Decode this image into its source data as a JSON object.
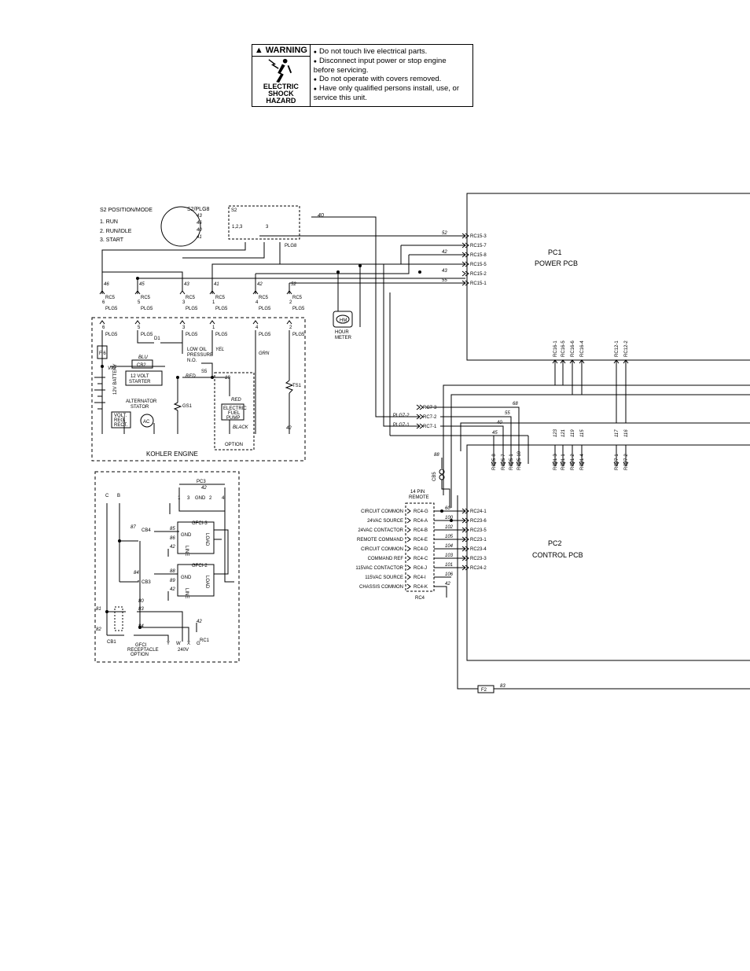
{
  "warning": {
    "title": "WARNING",
    "subtitle_line1": "ELECTRIC",
    "subtitle_line2": "SHOCK HAZARD",
    "items": [
      "Do not touch live electrical parts.",
      "Disconnect input power or stop engine before servicing.",
      "Do not operate with covers removed.",
      "Have only qualified persons install, use, or service this unit."
    ]
  },
  "s2_legend": {
    "title": "S2  POSITION/MODE",
    "modes": [
      "1.   RUN",
      "2.   RUN/IDLE",
      "3.   START"
    ],
    "switch_label": "S2/PLG8",
    "switch_wires": [
      "43",
      "46",
      "40",
      "41"
    ],
    "s2_box": "S2",
    "pos_a": "1,2,3",
    "pos_b": "3",
    "plg8": "PLG8"
  },
  "pc1": {
    "name": "PC1",
    "desc": "POWER  PCB"
  },
  "pc2": {
    "name": "PC2",
    "desc": "CONTROL  PCB"
  },
  "rc15": [
    {
      "wire": "52",
      "pin": "RC15-3"
    },
    {
      "wire": "",
      "pin": "RC15-7"
    },
    {
      "wire": "42",
      "pin": "RC15-8"
    },
    {
      "wire": "",
      "pin": "RC15-5"
    },
    {
      "wire": "43",
      "pin": "RC15-2"
    },
    {
      "wire": "55",
      "pin": "RC15-1"
    }
  ],
  "rc5": [
    {
      "wire": "46",
      "pin": "6"
    },
    {
      "wire": "45",
      "pin": "5"
    },
    {
      "wire": "43",
      "pin": "3"
    },
    {
      "wire": "41",
      "pin": "1"
    },
    {
      "wire": "42",
      "pin": "4"
    },
    {
      "wire": "52",
      "pin": "2"
    }
  ],
  "labels": {
    "rc5": "RC5",
    "plg5": "PLG5",
    "plg8": "PLG8",
    "wire40": "40",
    "hour_meter": "HOUR",
    "hour_meter2": "METER",
    "hm": "HM",
    "kohler_engine": "KOHLER  ENGINE",
    "d1": "D1",
    "blu": "BLU",
    "cb2": "CB2",
    "starter1": "12 VOLT",
    "starter2": "STARTER",
    "vio": "VIO",
    "battery": "12V BATTERY",
    "fuse": "F 6",
    "alt1": "ALTERNATOR",
    "alt2": "STATOR",
    "volt1": "VOLT.",
    "volt2": "REG.",
    "volt3": "RECT.",
    "ac": "AC",
    "oil1": "LOW OIL",
    "oil2": "PRESSURE",
    "oil3": "N.O.",
    "s5": "S5",
    "yel": "YEL",
    "red": "RED",
    "red2": "RED",
    "grn": "GRN",
    "gs1": "GS1",
    "ts1": "TS1",
    "fuel1": "ELECTRIC",
    "fuel2": "FUEL",
    "fuel3": "PUMP",
    "black": "BLACK",
    "option": "OPTION",
    "w19": "19",
    "w42": "42",
    "pc3": "PC3",
    "gfci3": "GFCI-3",
    "gfci2": "GFCI-2",
    "cb4": "CB4",
    "cb3": "CB3",
    "cb1": "CB1",
    "gfci_opt1": "GFCI",
    "gfci_opt2": "RECEPTACLE",
    "gfci_opt3": "OPTION",
    "v240": "240V",
    "rc1": "RC1",
    "remote1": "14 PIN",
    "remote2": "REMOTE",
    "rc4": "RC4",
    "cb5": "CB5",
    "w88": "88",
    "f2": "F2",
    "w83": "83",
    "gnd": "GND",
    "line": "LINE",
    "load": "LOAD"
  },
  "rc7": [
    {
      "plg": "",
      "pin": "RC7-3",
      "wire": "68"
    },
    {
      "plg": "PLG7-2",
      "pin": "RC7-2",
      "wire": "55"
    },
    {
      "plg": "PLG7-1",
      "pin": "RC7-1",
      "wire": "40"
    }
  ],
  "rc16": [
    "RC16-1",
    "RC16-5",
    "RC16-6",
    "RC16-4",
    "RC12-1",
    "RC12-2"
  ],
  "rc21": [
    {
      "pin": "RC21-3",
      "wire": "123"
    },
    {
      "pin": "RC21-1",
      "wire": "121"
    },
    {
      "pin": "RC21-2",
      "wire": "119"
    },
    {
      "pin": "RC21-4",
      "wire": "115"
    },
    {
      "pin": "RC27-1",
      "wire": "117"
    },
    {
      "pin": "RC27-2",
      "wire": "116"
    }
  ],
  "rc25": [
    "RC25-8",
    "RC25-7",
    "RC25-1",
    "RC25-10"
  ],
  "rc25_wire": "45",
  "remote_rows": [
    {
      "label": "CIRCUIT  COMMON",
      "pin": "RC4-G",
      "wire": "60",
      "dest": "RC24-1"
    },
    {
      "label": "24VAC  SOURCE",
      "pin": "RC4-A",
      "wire": "100",
      "dest": "RC23-6"
    },
    {
      "label": "24VAC  CONTACTOR",
      "pin": "RC4-B",
      "wire": "102",
      "dest": "RC23-5"
    },
    {
      "label": "REMOTE  COMMAND",
      "pin": "RC4-E",
      "wire": "105",
      "dest": "RC23-1"
    },
    {
      "label": "CIRCUIT  COMMON",
      "pin": "RC4-D",
      "wire": "104",
      "dest": "RC23-4"
    },
    {
      "label": "COMMAND    REF",
      "pin": "RC4-C",
      "wire": "103",
      "dest": "RC23-3"
    },
    {
      "label": "115VAC  CONTACTOR",
      "pin": "RC4-J",
      "wire": "101",
      "dest": "RC24-2"
    },
    {
      "label": "115VAC  SOURCE",
      "pin": "RC4-I",
      "wire": "106",
      "dest": ""
    },
    {
      "label": "CHASSIS  COMMON",
      "pin": "RC4-K",
      "wire": "42",
      "dest": ""
    }
  ],
  "gfci_wires": {
    "w87": "87",
    "w85": "85",
    "w86": "86",
    "w42": "42",
    "w84": "84",
    "w88": "88",
    "w89": "89",
    "w80": "80",
    "w83": "83",
    "w81": "81",
    "w82": "82",
    "w84b": "84",
    "term_c": "C",
    "term_b": "B",
    "pc3_pins": [
      "1",
      "3",
      "GND",
      "2",
      "4"
    ],
    "recept": [
      "Y",
      "W",
      "X",
      "G",
      "RC1"
    ]
  }
}
